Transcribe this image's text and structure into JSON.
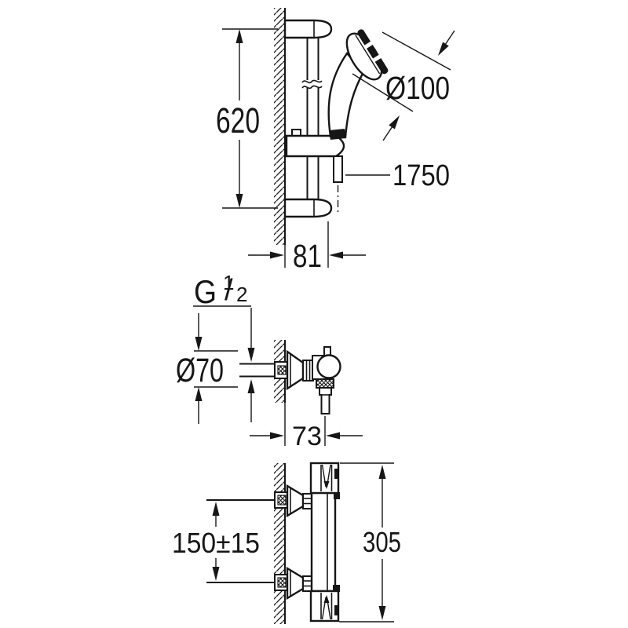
{
  "meta": {
    "description": "Technical dimension drawing of a shower set: shower rail with hand shower (top), exposed valve wall connection (middle), thermostat mixer body (bottom)",
    "background": "#ffffff",
    "ink": "#161616"
  },
  "shower_rail_view": {
    "rail_height_mm": "620",
    "handshower_diameter": "Ø100",
    "hose_length_mm": "1750",
    "wall_offset_mm": "81"
  },
  "valve_connection_view": {
    "thread_letter": "G",
    "thread_numerator": "1",
    "thread_slash": "/",
    "thread_denominator": "2",
    "rosette_diameter": "Ø70",
    "wall_projection_mm": "73"
  },
  "thermostat_view": {
    "inlet_spacing_mm": "150±15",
    "body_height_mm": "305"
  }
}
